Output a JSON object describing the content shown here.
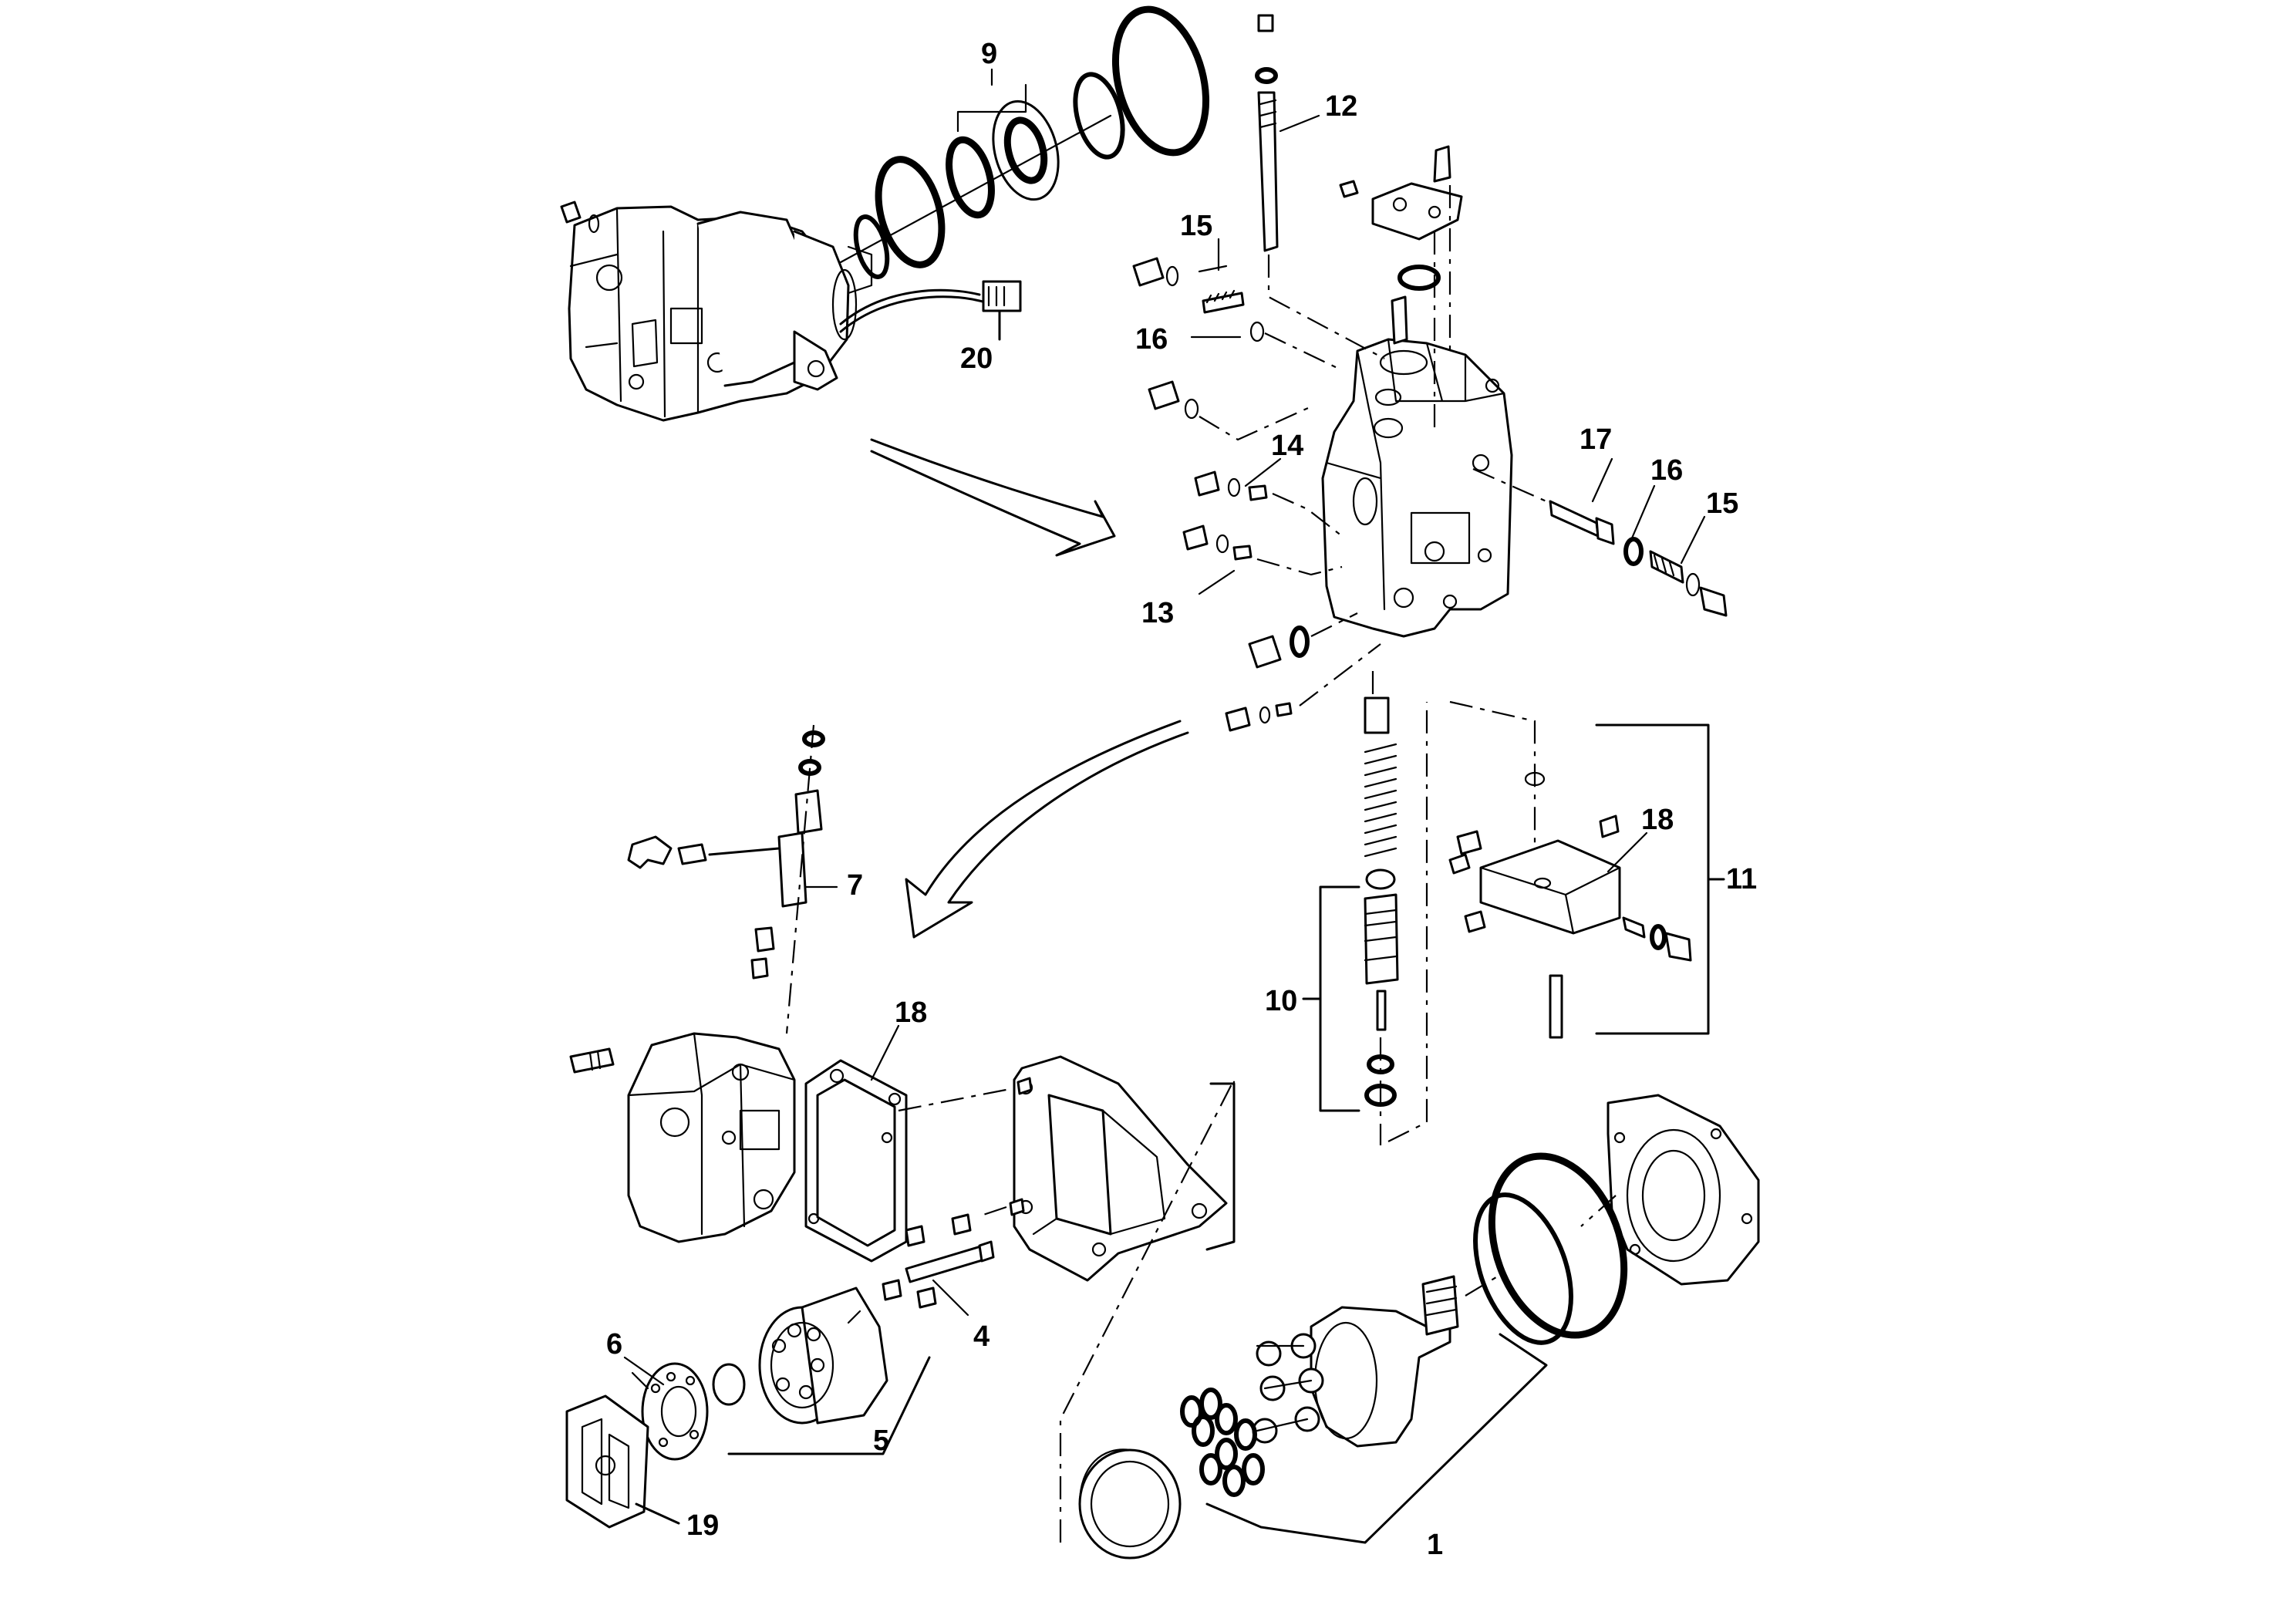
{
  "labels": {
    "l1": "1",
    "l4": "4",
    "l5": "5",
    "l6": "6",
    "l7": "7",
    "l9": "9",
    "l10": "10",
    "l11": "11",
    "l12": "12",
    "l13": "13",
    "l14": "14",
    "l15a": "15",
    "l15b": "15",
    "l16a": "16",
    "l16b": "16",
    "l17": "17",
    "l18a": "18",
    "l18b": "18",
    "l19": "19",
    "l20": "20"
  }
}
